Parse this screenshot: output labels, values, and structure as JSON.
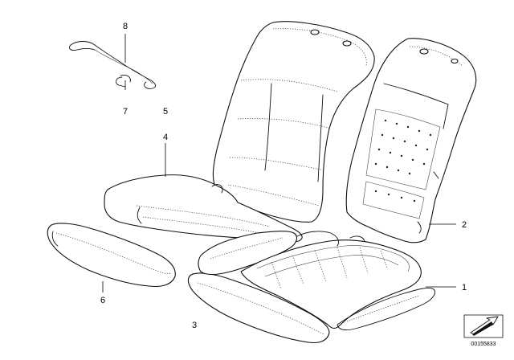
{
  "parts": [
    {
      "id": "part-1",
      "label": "1"
    },
    {
      "id": "part-2",
      "label": "2"
    },
    {
      "id": "part-3",
      "label": "3"
    },
    {
      "id": "part-4",
      "label": "4"
    },
    {
      "id": "part-5",
      "label": "5"
    },
    {
      "id": "part-6",
      "label": "6"
    },
    {
      "id": "part-7",
      "label": "7"
    },
    {
      "id": "part-8",
      "label": "8"
    }
  ],
  "diagram_id": "00155833",
  "colors": {
    "line": "#111111",
    "background": "#ffffff"
  },
  "icons": {
    "corner_symbol": "arrow-box-icon"
  }
}
